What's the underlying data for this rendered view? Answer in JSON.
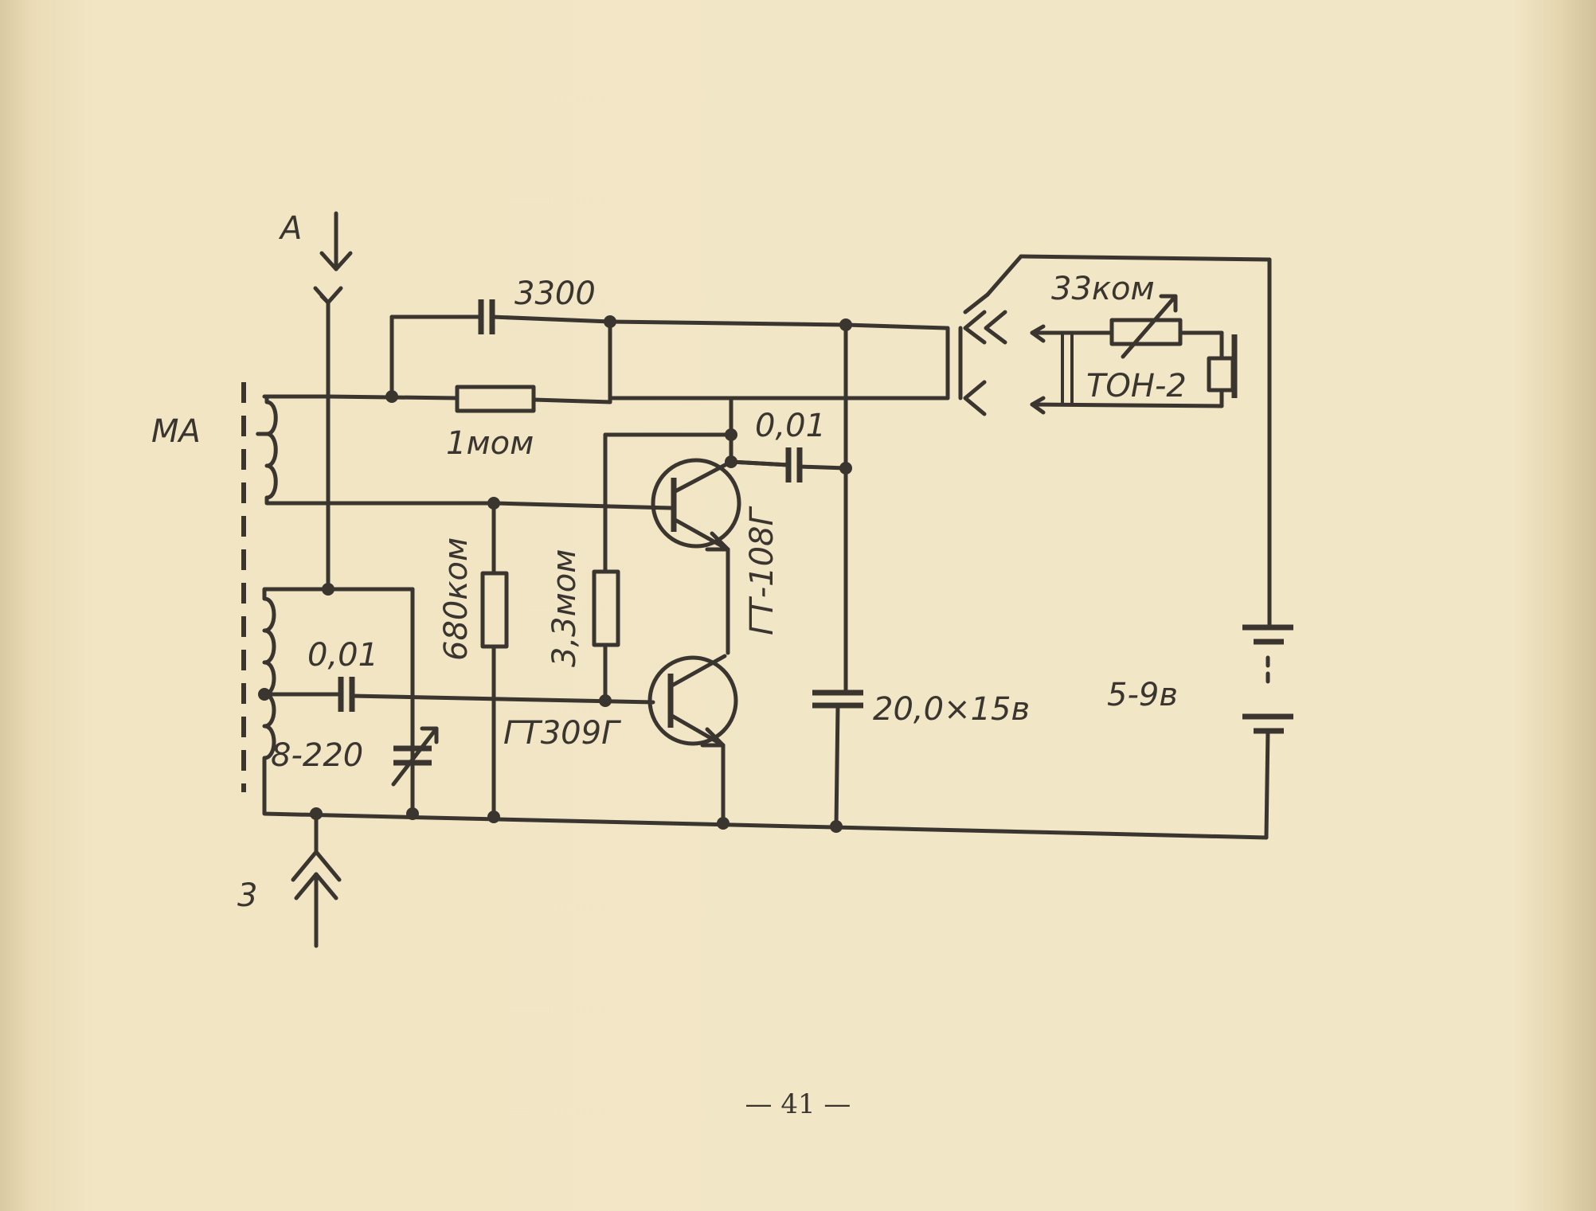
{
  "labels": {
    "antenna": "A",
    "ground": "3",
    "antenna_coil": "MA",
    "cap_feedback": "3300",
    "res_feedback": "1мом",
    "cap_emitter": "0,01",
    "res_bias1": "680ком",
    "res_bias2": "3,3мом",
    "transistor1": "ГТ-108Г",
    "transistor2": "ГТ309Г",
    "cap_tuning_coupling": "0,01",
    "tuning_cap": "8-220",
    "cap_filter": "20,0×15в",
    "volume_res": "33ком",
    "headphones": "ТОН-2",
    "battery": "5-9в"
  },
  "page_number": "— 41 —"
}
